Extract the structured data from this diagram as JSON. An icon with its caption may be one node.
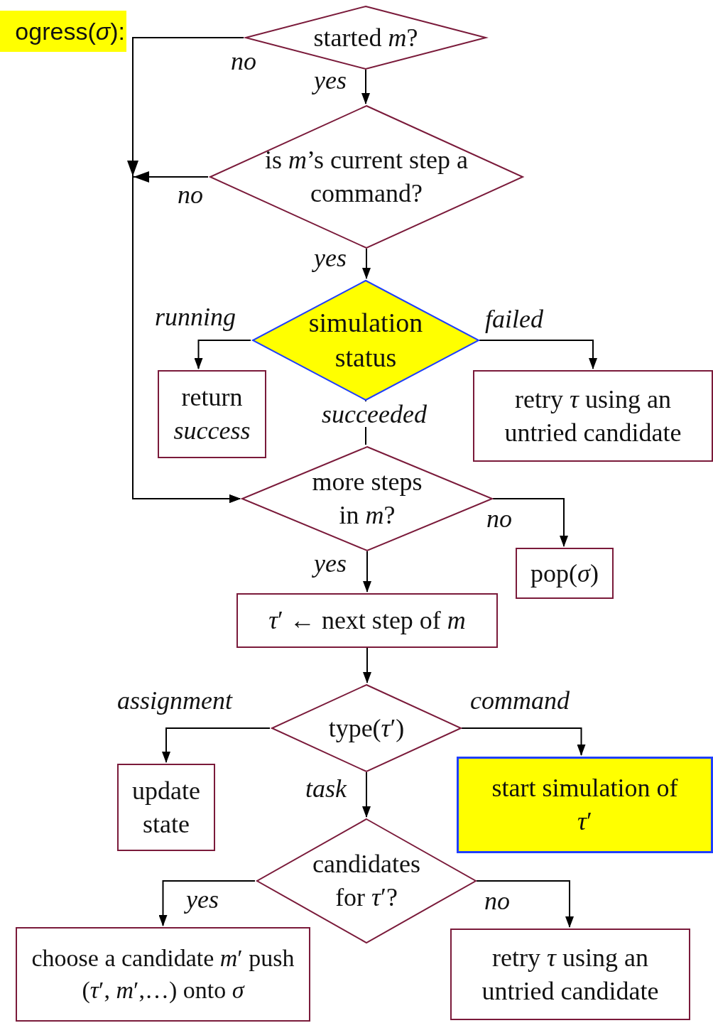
{
  "diagram": {
    "title": "ogress(*σ*):",
    "nodes": [
      {
        "text": [
          "started *m*?"
        ]
      },
      {
        "text": [
          "is *m*’s current step a command?"
        ]
      },
      {
        "text": [
          "simulation status"
        ]
      },
      {
        "text": [
          "return *success*"
        ]
      },
      {
        "text": [
          "retry *τ* using an untried candidate"
        ]
      },
      {
        "text": [
          "more steps in *m*?"
        ]
      },
      {
        "text": [
          "pop(*σ*)"
        ]
      },
      {
        "text": [
          "*τ*′ ← next step of *m*"
        ]
      },
      {
        "text": [
          "type(*τ*′)"
        ]
      },
      {
        "text": [
          "update state"
        ]
      },
      {
        "text": [
          "start simulation of *τ*′"
        ]
      },
      {
        "text": [
          "candidates for *τ*′?"
        ]
      },
      {
        "text": [
          "choose a candidate *m*′ push (*τ*′, *m*′,…) onto *σ*"
        ]
      },
      {
        "text": [
          "retry *τ* using an untried candidate"
        ]
      }
    ],
    "edges": [
      {
        "from": 0,
        "to": 1,
        "arrow": "to",
        "label": "yes"
      },
      {
        "from": 0,
        "to": 5,
        "arrow": "to",
        "label": "no"
      },
      {
        "from": 1,
        "to": 5,
        "arrow": "to",
        "label": "no"
      },
      {
        "from": 1,
        "to": 2,
        "arrow": "to",
        "label": "yes"
      },
      {
        "from": 2,
        "to": 3,
        "arrow": "to",
        "label": "running"
      },
      {
        "from": 2,
        "to": 4,
        "arrow": "to",
        "label": "failed"
      },
      {
        "from": 2,
        "to": 5,
        "arrow": "none",
        "label": "succeeded"
      },
      {
        "from": 5,
        "to": 7,
        "arrow": "to",
        "label": "yes"
      },
      {
        "from": 5,
        "to": 6,
        "arrow": "to",
        "label": "no"
      },
      {
        "from": 7,
        "to": 8,
        "arrow": "to"
      },
      {
        "from": 8,
        "to": 9,
        "arrow": "to",
        "label": "assignment"
      },
      {
        "from": 8,
        "to": 10,
        "arrow": "to",
        "label": "command"
      },
      {
        "from": 8,
        "to": 11,
        "arrow": "to",
        "label": "task"
      },
      {
        "from": 11,
        "to": 12,
        "arrow": "to",
        "label": "yes"
      },
      {
        "from": 11,
        "to": 13,
        "arrow": "to",
        "label": "no"
      }
    ]
  }
}
